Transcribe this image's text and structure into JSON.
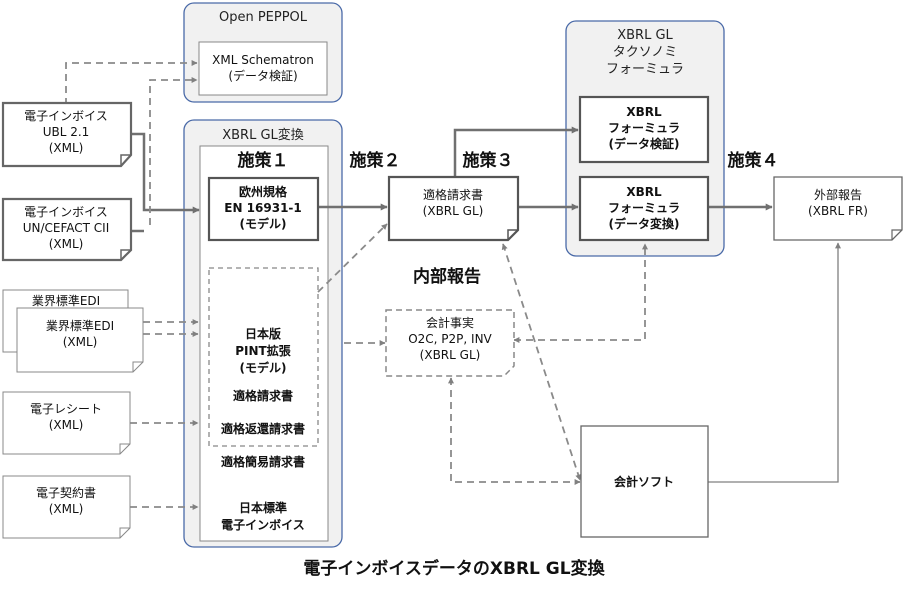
{
  "groups": {
    "open_peppol": {
      "title": "Open PEPPOL"
    },
    "xbrl_gl_conv": {
      "title": "XBRL GL変換"
    },
    "xbrl_taxonomy": {
      "title_lines": [
        "XBRL GL",
        "タクソノミ",
        "フォーミュラ"
      ]
    }
  },
  "sources": {
    "ubl": [
      "電子インボイス",
      "UBL 2.1",
      "(XML)"
    ],
    "cii": [
      "電子インボイス",
      "UN/CEFACT CII",
      "(XML)"
    ],
    "industry_back": [
      "業界標準EDI"
    ],
    "industry_front": [
      "業界標準EDI",
      "(XML)"
    ],
    "receipt": [
      "電子レシート",
      "(XML)"
    ],
    "contract": [
      "電子契約書",
      "(XML)"
    ]
  },
  "boxes": {
    "schematron": [
      "XML Schematron",
      "(データ検証)"
    ],
    "eu_standard": [
      "欧州規格",
      "EN 16931-1",
      "(モデル)"
    ],
    "japan_pint": [
      "日本版",
      "PINT拡張",
      "(モデル)"
    ],
    "qualified_invoice": "適格請求書",
    "qualified_return": "適格返還請求書",
    "simple_invoice": "適格簡易請求書",
    "japan_standard": [
      "日本標準",
      "電子インボイス"
    ],
    "qualified_invoice_gl": [
      "適格請求書",
      "(XBRL GL)"
    ],
    "accounting_facts": [
      "会計事実",
      "O2C, P2P, INV",
      "(XBRL GL)"
    ],
    "formula_validation": [
      "XBRL",
      "フォーミュラ",
      "(データ検証)"
    ],
    "formula_transform": [
      "XBRL",
      "フォーミュラ",
      "(データ変換)"
    ],
    "external_report": [
      "外部報告",
      "(XBRL FR)"
    ],
    "accounting_software": "会計ソフト"
  },
  "measures": {
    "m1": "施策１",
    "m2": "施策２",
    "m3": "施策３",
    "m4": "施策４",
    "internal_report": "内部報告"
  },
  "caption": "電子インボイスデータのXBRL GL変換",
  "colors": {
    "group_border": "#4a6aa8",
    "group_fill": "#f1f1f1",
    "line": "#707070",
    "box_border": "#555555"
  }
}
